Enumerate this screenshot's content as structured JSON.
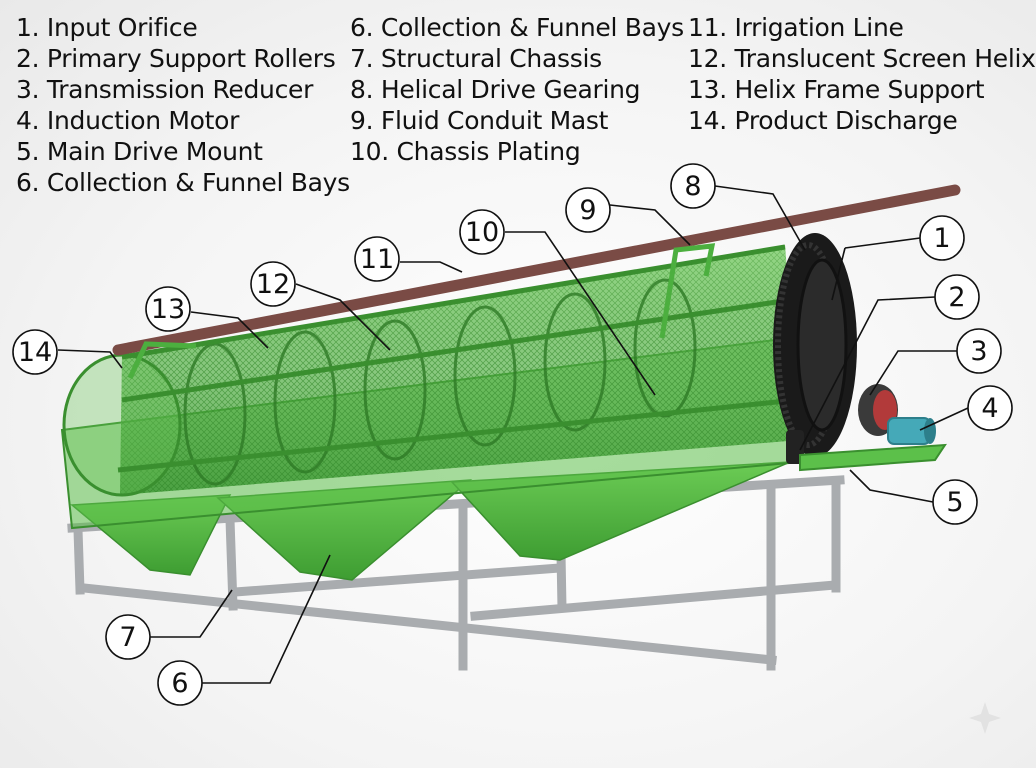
{
  "legend": {
    "columns": [
      [
        "1. Input Orifice",
        "2. Primary Support Rollers",
        "3. Transmission Reducer",
        "4. Induction Motor",
        "5. Main Drive Mount",
        "6. Collection & Funnel Bays"
      ],
      [
        "6. Collection & Funnel Bays",
        "7. Structural Chassis",
        "8. Helical Drive Gearing",
        "9. Fluid Conduit Mast",
        "10. Chassis Plating"
      ],
      [
        "11. Irrigation Line",
        "12. Translucent Screen Helix",
        "13. Helix Frame Support",
        "14. Product Discharge"
      ]
    ]
  },
  "callouts": [
    "1",
    "2",
    "3",
    "4",
    "5",
    "6",
    "7",
    "8",
    "9",
    "10",
    "11",
    "12",
    "13",
    "14"
  ],
  "colors": {
    "machine_green": "#5cc04a",
    "mesh_green": "#3f9a33",
    "frame_gray": "#b9bcbf",
    "pipe_brown": "#7a4b45",
    "ring_black": "#1a1a1a",
    "motor_blue": "#45a9b8",
    "reducer_red": "#b23a3a"
  }
}
